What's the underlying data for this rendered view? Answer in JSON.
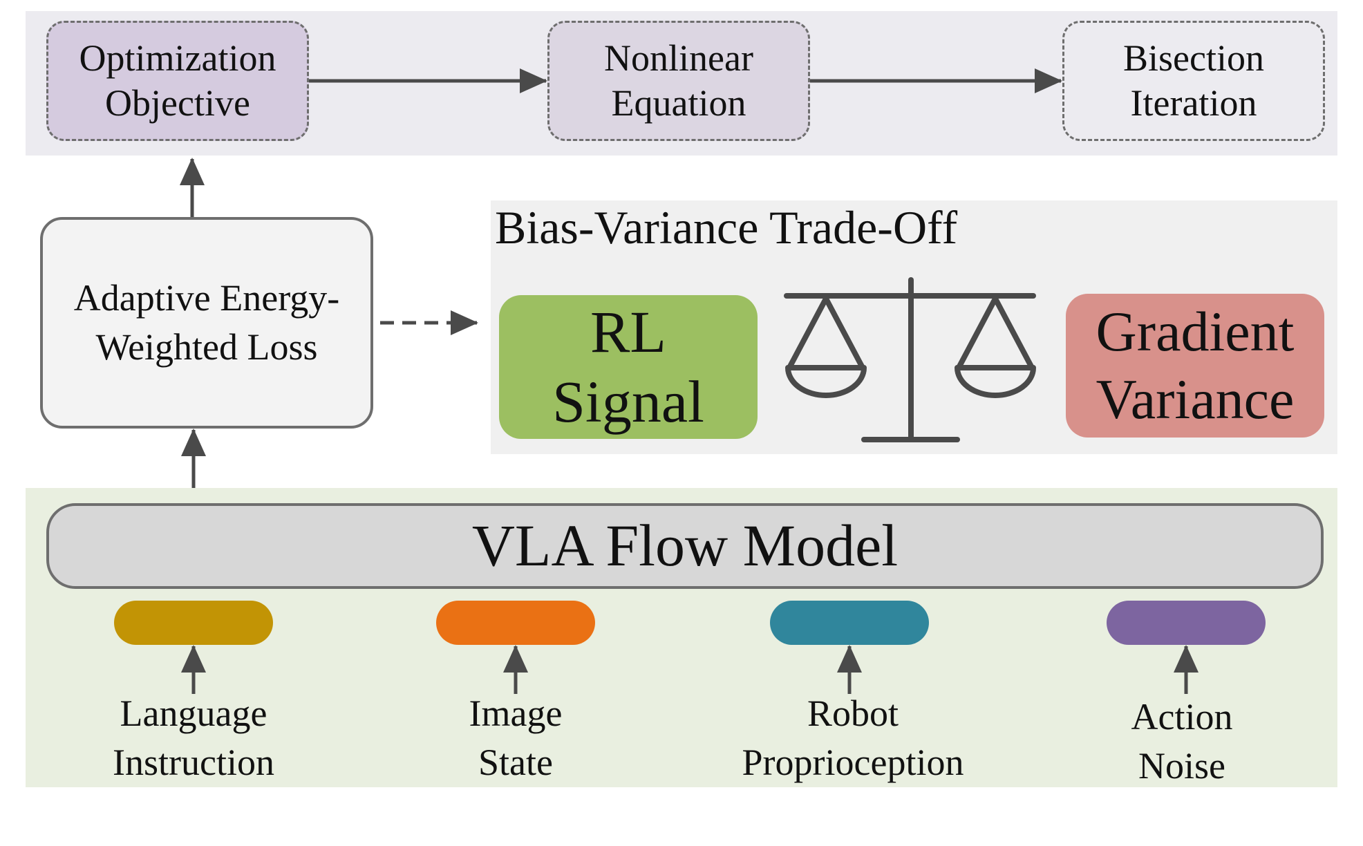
{
  "top_row": {
    "optimization_objective": [
      "Optimization",
      "Objective"
    ],
    "nonlinear_equation": [
      "Nonlinear",
      "Equation"
    ],
    "bisection_iteration": [
      "Bisection",
      "Iteration"
    ]
  },
  "loss_box": [
    "Adaptive Energy-",
    "Weighted Loss"
  ],
  "bias_variance": {
    "title": "Bias-Variance Trade-Off",
    "rl_signal": [
      "RL",
      "Signal"
    ],
    "gradient_variance": [
      "Gradient",
      "Variance"
    ]
  },
  "model": {
    "label": "VLA Flow Model"
  },
  "inputs": [
    {
      "lines": [
        "Language",
        "Instruction"
      ],
      "color": "#c29405"
    },
    {
      "lines": [
        "Image",
        "State"
      ],
      "color": "#ea7114"
    },
    {
      "lines": [
        "Robot",
        "Proprioception"
      ],
      "color": "#30869c"
    },
    {
      "lines": [
        "Action",
        "Noise"
      ],
      "color": "#7d65a0"
    }
  ],
  "colors": {
    "arrow": "#4a4a4a",
    "border": "#6e6e6e",
    "optimization_fill": "#d5cbdf",
    "nonlinear_fill": "#dcd6e2",
    "rl_fill": "#9cbf61",
    "gradient_fill": "#d8918b",
    "model_fill": "#d7d7d7"
  },
  "icons": {
    "balance": "balance-scale-icon"
  }
}
